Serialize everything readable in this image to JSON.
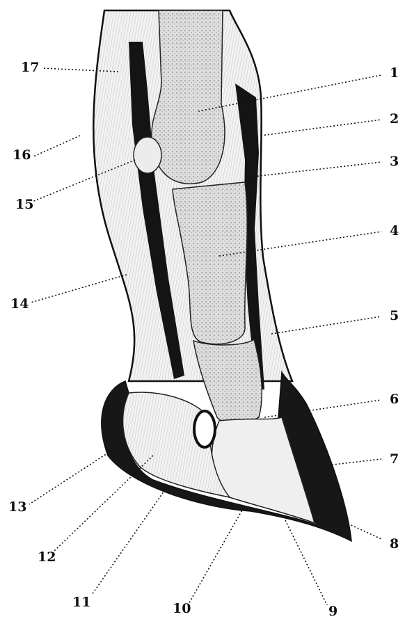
{
  "diagram": {
    "labels": [
      "1",
      "2",
      "3",
      "4",
      "5",
      "6",
      "7",
      "8",
      "9",
      "10",
      "11",
      "12",
      "13",
      "14",
      "15",
      "16",
      "17"
    ]
  },
  "colors": {
    "ink": "#111111",
    "horn": "#1a1a1a",
    "bone": "#e9e9e9",
    "skin": "#f4f4f4"
  }
}
